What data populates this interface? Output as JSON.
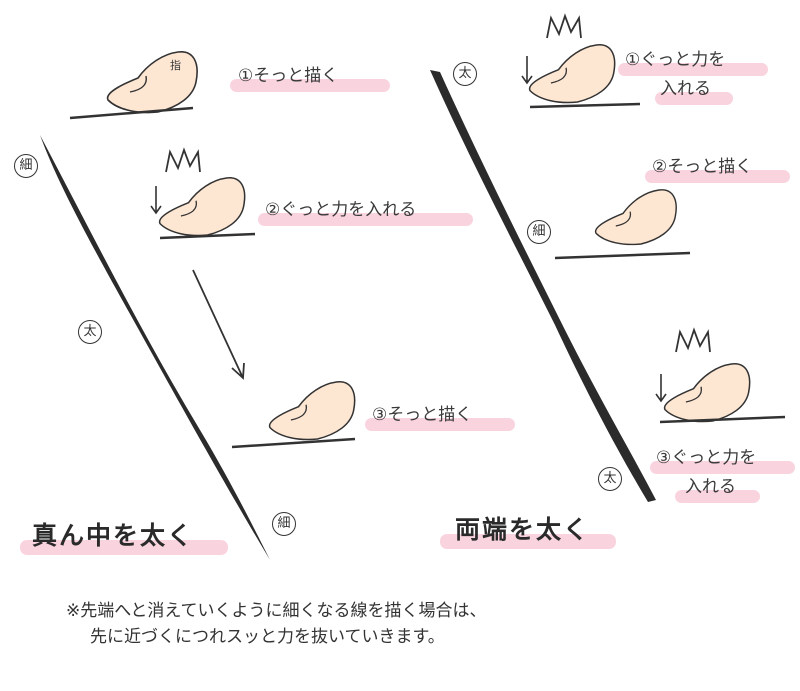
{
  "left": {
    "title": "真ん中を太く",
    "steps": [
      {
        "label": "①そっと描く"
      },
      {
        "label": "②ぐっと力を入れる"
      },
      {
        "label": "③そっと描く"
      }
    ],
    "finger_label": "指",
    "markers": [
      "細",
      "太",
      "細"
    ]
  },
  "right": {
    "title": "両端を太く",
    "steps": [
      {
        "line1": "①ぐっと力を",
        "line2": "入れる"
      },
      {
        "line1": "②そっと描く"
      },
      {
        "line1": "③ぐっと力を",
        "line2": "入れる"
      }
    ],
    "markers": [
      "太",
      "細",
      "太"
    ]
  },
  "note": {
    "line1": "※先端へと消えていくように細くなる線を描く場合は、",
    "line2": "先に近づくにつれスッと力を抜いていきます。"
  },
  "colors": {
    "highlight": "#f9d4df",
    "skin": "#fde6d2",
    "ink": "#333333"
  }
}
